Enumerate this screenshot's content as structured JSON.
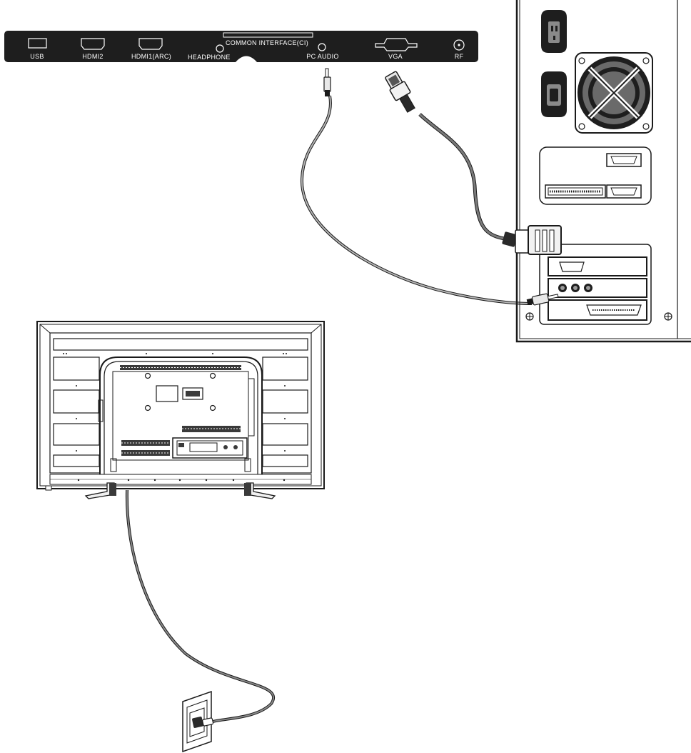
{
  "panel": {
    "ports": {
      "usb": "USB",
      "hdmi2": "HDMI2",
      "hdmi1": "HDMI1(ARC)",
      "headphone": "HEADPHONE",
      "ci": "COMMON INTERFACE(CI)",
      "pc_audio": "PC AUDIO",
      "vga": "VGA",
      "rf": "RF"
    }
  },
  "colors": {
    "panel": "#1e1e1e",
    "line": "#1a1a1a",
    "cable": "#555555",
    "cable_dark": "#3a3a3a"
  }
}
